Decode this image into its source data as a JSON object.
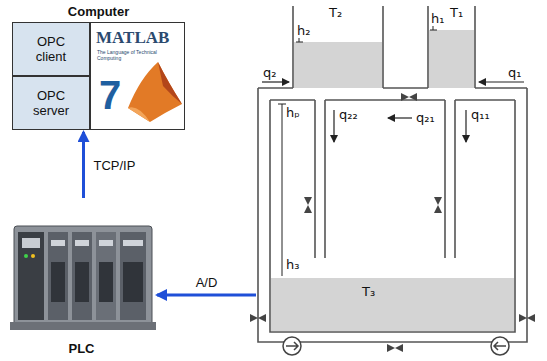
{
  "diagram": {
    "nodes": [
      {
        "text": [
          "Computer"
        ]
      },
      {
        "text": [
          "OPC client"
        ],
        "in": 0
      },
      {
        "text": [
          "OPC server"
        ],
        "in": 0
      },
      {
        "text": [
          "MATLAB",
          "The Language of Technical Computing",
          "7"
        ],
        "in": 0
      },
      {
        "text": [
          "PLC"
        ]
      },
      {
        "text": [
          "T₂"
        ]
      },
      {
        "text": [
          "T₁"
        ]
      },
      {
        "text": [
          "T₃"
        ]
      }
    ],
    "edges": [
      {
        "from": 4,
        "to": 0,
        "arrow": "to",
        "label": "TCP/IP"
      },
      {
        "from": 7,
        "to": 4,
        "arrow": "to",
        "label": "A/D"
      }
    ],
    "labels": [
      "h₂",
      "h₁",
      "q₂",
      "q₁",
      "q₂₁",
      "hₚ",
      "q₂₂",
      "q₁₁",
      "h₃"
    ]
  }
}
